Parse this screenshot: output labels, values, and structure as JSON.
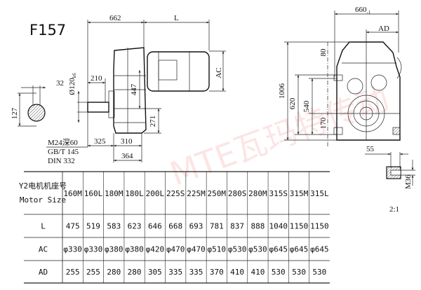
{
  "title": "F157",
  "watermark": "MTE瓦玛特传动",
  "side_view": {
    "dims": {
      "d662": "662",
      "L": "L",
      "AC": "AC",
      "shaft_dia": "Ø120",
      "shaft_tol": "k6",
      "d32": "32",
      "d127": "127",
      "d210": "210",
      "d447": "447",
      "d271": "271",
      "d325": "325",
      "d310": "310",
      "d364": "364"
    },
    "notes": [
      "M24深60",
      "GB/T 145",
      "DIN 332"
    ]
  },
  "front_view": {
    "dims": {
      "d660": "660",
      "d660_tol": "-1",
      "AD": "AD",
      "d1006": "1006",
      "d620": "620",
      "d540": "540",
      "d80": "80",
      "d170": "170"
    }
  },
  "detail": {
    "d55": "55",
    "thread": "M36",
    "scale": "2:1"
  },
  "table": {
    "header_cn": "Y2电机机座号",
    "header_en": "Motor Size",
    "sizes": [
      "160M",
      "160L",
      "180M",
      "180L",
      "200L",
      "225S",
      "225M",
      "250M",
      "280S",
      "280M",
      "315S",
      "315M",
      "315L"
    ],
    "rows": [
      {
        "label": "L",
        "values": [
          "475",
          "519",
          "583",
          "623",
          "646",
          "668",
          "693",
          "781",
          "837",
          "888",
          "1040",
          "1150",
          "1150"
        ]
      },
      {
        "label": "AC",
        "values": [
          "φ330",
          "φ330",
          "φ380",
          "φ380",
          "φ420",
          "φ470",
          "φ470",
          "φ510",
          "φ530",
          "φ530",
          "φ645",
          "φ645",
          "φ645"
        ]
      },
      {
        "label": "AD",
        "values": [
          "255",
          "255",
          "280",
          "280",
          "305",
          "335",
          "335",
          "370",
          "410",
          "410",
          "530",
          "530",
          "530"
        ]
      }
    ]
  }
}
